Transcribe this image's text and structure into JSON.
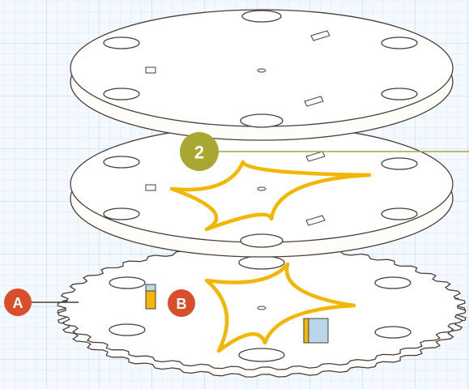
{
  "labels": {
    "step": "2",
    "part_a": "A",
    "part_b": "B"
  },
  "colors": {
    "step_badge": "#a8a732",
    "part_badge": "#d94f2b",
    "star_outline": "#f2b705",
    "block_face": "#b9d6ea",
    "block_side": "#f2b705",
    "outline": "#4a3f3a"
  },
  "icons": {
    "step_badge": "numbered-step-circle",
    "part_badge": "lettered-callout-circle",
    "connector": "rectangular-block"
  }
}
